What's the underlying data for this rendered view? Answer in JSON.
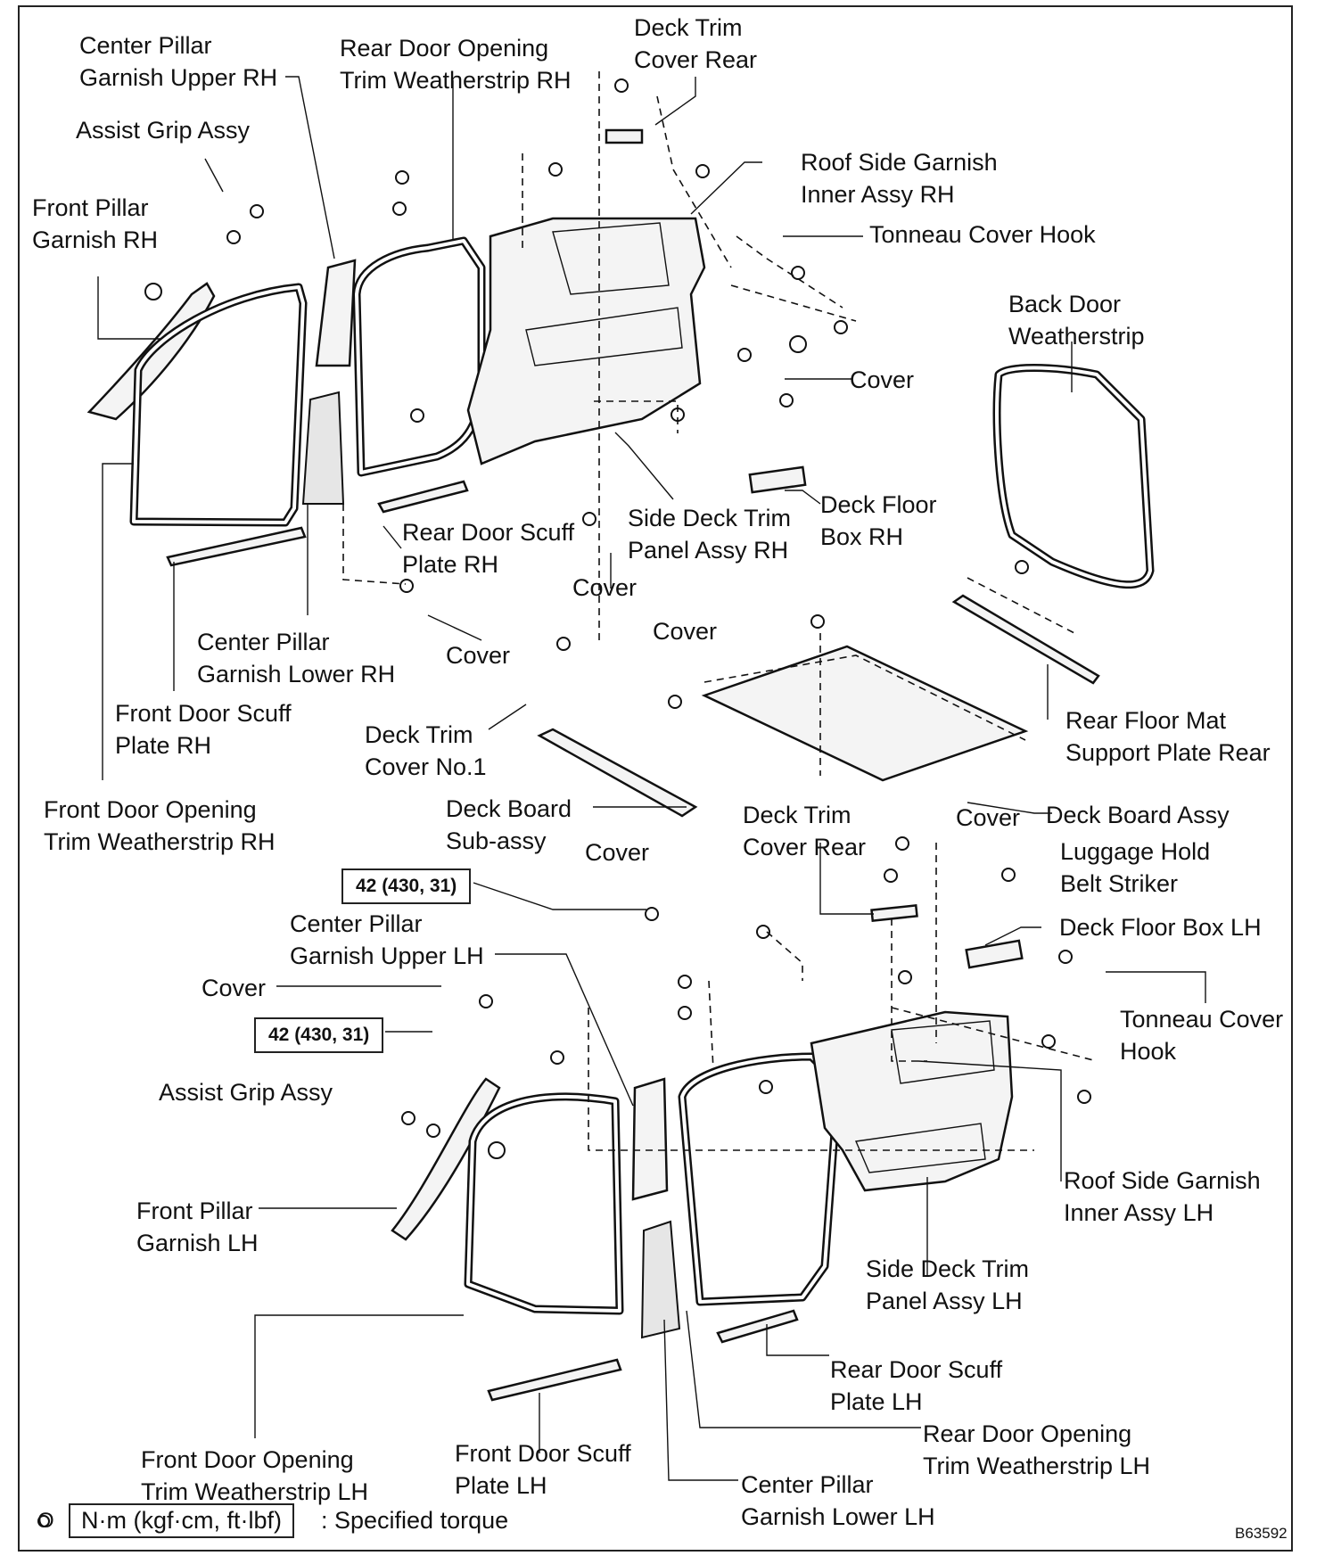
{
  "labels": {
    "center_pillar_upper_rh": "Center Pillar\nGarnish Upper RH",
    "rear_door_opening_rh": "Rear Door Opening\nTrim Weatherstrip RH",
    "deck_trim_cover_rear_top": "Deck Trim\nCover Rear",
    "assist_grip_rh": "Assist Grip Assy",
    "roof_side_garnish_rh": "Roof Side Garnish\nInner Assy RH",
    "front_pillar_rh": "Front Pillar\nGarnish RH",
    "tonneau_hook_rh": "Tonneau Cover Hook",
    "back_door_weatherstrip": "Back Door\nWeatherstrip",
    "cover_1": "Cover",
    "deck_floor_box_rh": "Deck Floor\nBox RH",
    "side_deck_panel_rh": "Side Deck Trim\nPanel Assy RH",
    "rear_door_scuff_rh": "Rear Door Scuff\nPlate RH",
    "cover_2": "Cover",
    "cover_3": "Cover",
    "cover_4": "Cover",
    "center_pillar_lower_rh": "Center Pillar\nGarnish Lower RH",
    "rear_floor_mat_support": "Rear Floor Mat\nSupport Plate Rear",
    "front_door_scuff_rh": "Front Door Scuff\nPlate RH",
    "deck_trim_cover_no1": "Deck Trim\nCover No.1",
    "front_door_opening_rh": "Front Door Opening\nTrim Weatherstrip RH",
    "deck_board_sub": "Deck Board\nSub-assy",
    "deck_trim_cover_rear_mid": "Deck Trim\nCover Rear",
    "cover_5": "Cover",
    "deck_board_assy": "Deck Board Assy",
    "luggage_hold": "Luggage Hold\nBelt Striker",
    "cover_6": "Cover",
    "center_pillar_upper_lh": "Center Pillar\nGarnish Upper LH",
    "deck_floor_box_lh": "Deck Floor Box LH",
    "cover_7": "Cover",
    "tonneau_hook_lh": "Tonneau Cover\nHook",
    "assist_grip_lh": "Assist Grip Assy",
    "roof_side_garnish_lh": "Roof Side Garnish\nInner Assy LH",
    "front_pillar_lh": "Front Pillar\nGarnish LH",
    "side_deck_panel_lh": "Side Deck Trim\nPanel Assy LH",
    "rear_door_scuff_lh": "Rear Door Scuff\nPlate LH",
    "rear_door_opening_lh": "Rear Door Opening\nTrim Weatherstrip LH",
    "front_door_opening_lh": "Front Door Opening\nTrim Weatherstrip LH",
    "front_door_scuff_lh": "Front Door Scuff\nPlate LH",
    "center_pillar_lower_lh": "Center Pillar\nGarnish Lower LH"
  },
  "torque": {
    "spec_1": "42 (430, 31)",
    "spec_2": "42 (430, 31)"
  },
  "legend": {
    "marker": "O",
    "unit": "N·m (kgf·cm, ft·lbf)",
    "text": ": Specified torque"
  },
  "figure_code": "B63592"
}
